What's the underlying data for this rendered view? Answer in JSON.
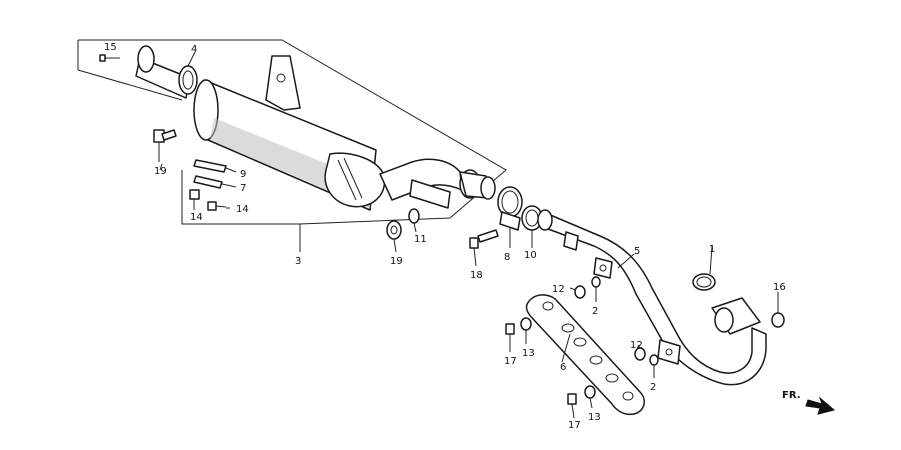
{
  "diagram": {
    "callouts": {
      "c1": "1",
      "c2a": "2",
      "c2b": "2",
      "c3": "3",
      "c4": "4",
      "c5": "5",
      "c6": "6",
      "c7": "7",
      "c8": "8",
      "c9": "9",
      "c10": "10",
      "c11": "11",
      "c12a": "12",
      "c12b": "12",
      "c13a": "13",
      "c13b": "13",
      "c14a": "14",
      "c14b": "14",
      "c15": "15",
      "c16": "16",
      "c17a": "17",
      "c17b": "17",
      "c18": "18",
      "c19a": "19",
      "c19b": "19"
    },
    "direction_label": "FR."
  }
}
